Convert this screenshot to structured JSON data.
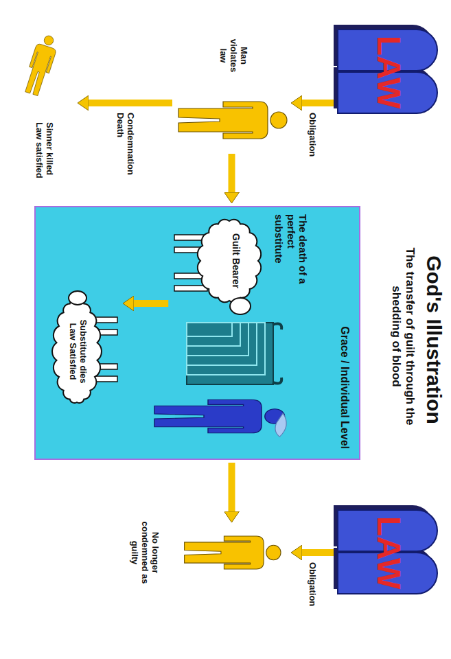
{
  "diagram": {
    "title": "God's Illustration",
    "nodes": [
      {
        "text": [
          "LAW"
        ]
      },
      {
        "text": [
          "Man violates law"
        ]
      },
      {
        "text": [
          "Sinner killed Law satisfied"
        ]
      },
      {
        "text": [
          "Grace / Individual Level"
        ]
      },
      {
        "text": [
          "The death of a perfect substitute",
          "Guilt Bearer"
        ],
        "in": 3
      },
      {
        "text": [
          "Substitute dies Law Satisfied"
        ],
        "in": 3
      },
      {
        "text": [
          "LAW"
        ]
      },
      {
        "text": [
          "No longer condemned as guilty"
        ]
      }
    ],
    "edges": [
      {
        "from": 0,
        "to": 1,
        "arrow": "to",
        "label": "Obligation"
      },
      {
        "from": 1,
        "to": 2,
        "arrow": "to",
        "label": "Condemnation Death"
      },
      {
        "from": 1,
        "to": 3,
        "arrow": "to"
      },
      {
        "from": 4,
        "to": 5,
        "arrow": "to"
      },
      {
        "from": 3,
        "to": 7,
        "arrow": "to"
      },
      {
        "from": 6,
        "to": 7,
        "arrow": "to",
        "label": "Obligation"
      }
    ],
    "labels": [
      "The transfer of guilt through the shedding of blood"
    ]
  }
}
